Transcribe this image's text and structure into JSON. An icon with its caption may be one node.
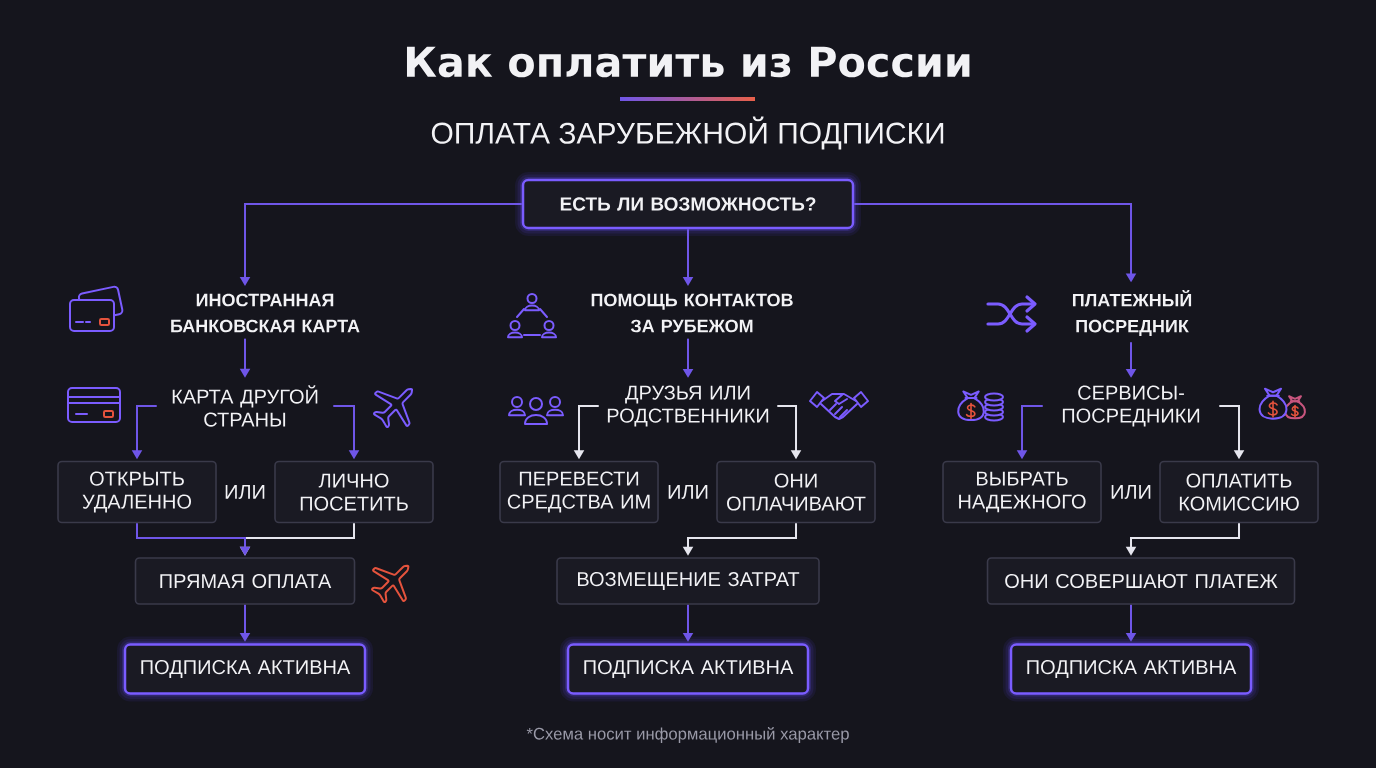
{
  "diagram": {
    "title": "Как оплатить из России",
    "caption": "*Схема носит информационный характер",
    "nodes": [
      {
        "text": [
          "ЕСТЬ ЛИ ВОЗМОЖНОСТЬ?"
        ]
      },
      {
        "text": [
          "ИНОСТРАННАЯ БАНКОВСКАЯ КАРТА"
        ]
      },
      {
        "text": [
          "КАРТА ДРУГОЙ СТРАНЫ"
        ]
      },
      {
        "text": [
          "ОТКРЫТЬ УДАЛЕННО"
        ]
      },
      {
        "text": [
          "ЛИЧНО ПОСЕТИТЬ"
        ]
      },
      {
        "text": [
          "ПРЯМАЯ ОПЛАТА"
        ]
      },
      {
        "text": [
          "ПОДПИСКА АКТИВНА"
        ]
      },
      {
        "text": [
          "ПОМОЩЬ КОНТАКТОВ ЗА РУБЕЖОМ"
        ]
      },
      {
        "text": [
          "ДРУЗЬЯ ИЛИ РОДСТВЕННИКИ"
        ]
      },
      {
        "text": [
          "ПЕРЕВЕСТИ СРЕДСТВА ИМ"
        ]
      },
      {
        "text": [
          "ОНИ ОПЛАЧИВАЮТ"
        ]
      },
      {
        "text": [
          "ВОЗМЕЩЕНИЕ ЗАТРАТ"
        ]
      },
      {
        "text": [
          "ПОДПИСКА АКТИВНА"
        ]
      },
      {
        "text": [
          "ПЛАТЕЖНЫЙ ПОСРЕДНИК"
        ]
      },
      {
        "text": [
          "СЕРВИСЫ-ПОСРЕДНИКИ"
        ]
      },
      {
        "text": [
          "ВЫБРАТЬ НАДЕЖНОГО"
        ]
      },
      {
        "text": [
          "ОПЛАТИТЬ КОМИССИЮ"
        ]
      },
      {
        "text": [
          "ОНИ СОВЕРШАЮТ ПЛАТЕЖ"
        ]
      },
      {
        "text": [
          "ПОДПИСКА АКТИВНА"
        ]
      }
    ],
    "edges": [
      {
        "from": 0,
        "to": 1,
        "arrow": "to"
      },
      {
        "from": 0,
        "to": 7,
        "arrow": "to"
      },
      {
        "from": 0,
        "to": 13,
        "arrow": "to"
      },
      {
        "from": 1,
        "to": 2,
        "arrow": "to"
      },
      {
        "from": 2,
        "to": 3,
        "arrow": "to"
      },
      {
        "from": 2,
        "to": 4,
        "arrow": "to"
      },
      {
        "from": 3,
        "to": 5,
        "arrow": "to"
      },
      {
        "from": 4,
        "to": 5,
        "arrow": "to",
        "color": "#e6e6ee"
      },
      {
        "from": 5,
        "to": 6,
        "arrow": "to"
      },
      {
        "from": 7,
        "to": 8,
        "arrow": "to"
      },
      {
        "from": 8,
        "to": 9,
        "arrow": "to",
        "color": "#e6e6ee"
      },
      {
        "from": 8,
        "to": 10,
        "arrow": "to",
        "color": "#e6e6ee"
      },
      {
        "from": 10,
        "to": 11,
        "arrow": "to",
        "color": "#e6e6ee"
      },
      {
        "from": 11,
        "to": 12,
        "arrow": "to"
      },
      {
        "from": 13,
        "to": 14,
        "arrow": "to"
      },
      {
        "from": 14,
        "to": 15,
        "arrow": "to"
      },
      {
        "from": 14,
        "to": 16,
        "arrow": "to",
        "color": "#e6e6ee"
      },
      {
        "from": 16,
        "to": 17,
        "arrow": "to",
        "color": "#e6e6ee"
      },
      {
        "from": 17,
        "to": 18,
        "arrow": "to"
      }
    ],
    "labels": [
      "ОПЛАТА ЗАРУБЕЖНОЙ ПОДПИСКИ",
      "ИЛИ",
      "ИЛИ",
      "ИЛИ"
    ]
  }
}
